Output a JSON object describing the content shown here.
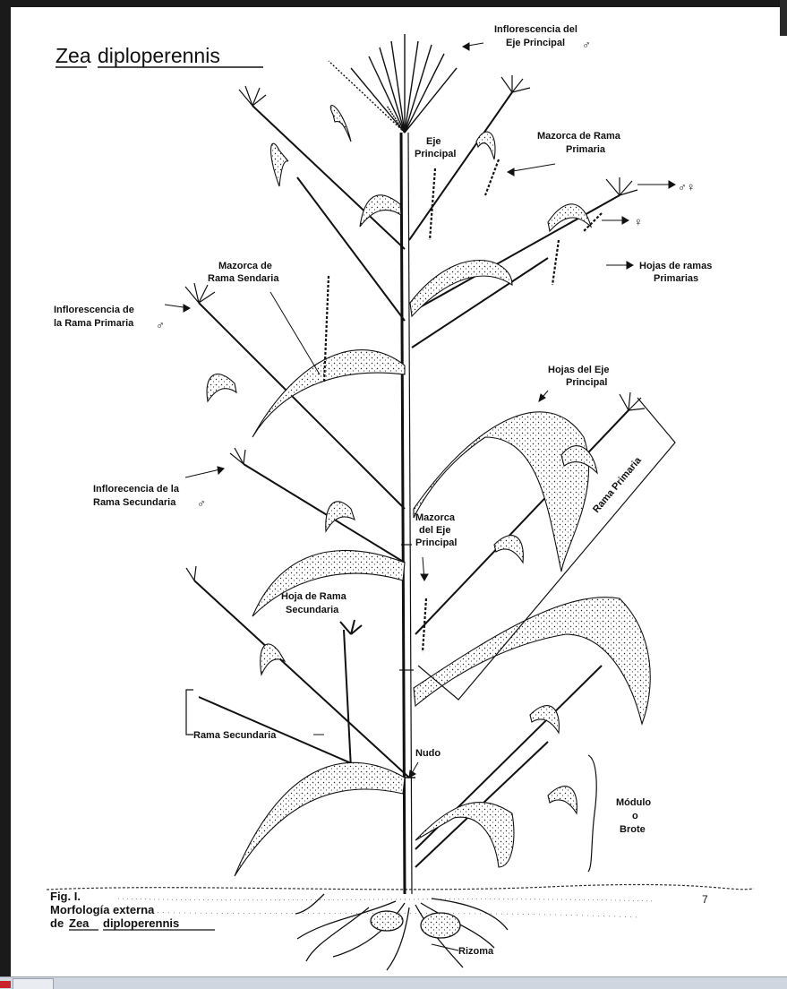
{
  "figure": {
    "title_genus": "Zea",
    "title_species": "diploperennis",
    "caption": {
      "line1": "Fig. I.",
      "line2": "Morfología externa",
      "line3_prefix": "de",
      "line3_genus": "Zea",
      "line3_species": "diploperennis"
    },
    "page_number": "7",
    "labels": {
      "infl_main_1": "Inflorescencia del",
      "infl_main_2": "Eje Principal",
      "eje_principal_1": "Eje",
      "eje_principal_2": "Principal",
      "mazorca_rama_primaria_1": "Mazorca de Rama",
      "mazorca_rama_primaria_2": "Primaria",
      "hojas_ramas_primarias_1": "Hojas de ramas",
      "hojas_ramas_primarias_2": "Primarias",
      "mazorca_rama_sendaria_1": "Mazorca de",
      "mazorca_rama_sendaria_2": "Rama Sendaria",
      "infl_rama_primaria_1": "Inflorescencia de",
      "infl_rama_primaria_2": "la Rama Primaria",
      "hojas_eje_principal_1": "Hojas del Eje",
      "hojas_eje_principal_2": "Principal",
      "infl_rama_secundaria_1": "Inflorecencia de la",
      "infl_rama_secundaria_2": "Rama Secundaria",
      "rama_primaria": "Rama Primaria",
      "mazorca_eje_principal_1": "Mazorca",
      "mazorca_eje_principal_2": "del Eje",
      "mazorca_eje_principal_3": "Principal",
      "hoja_rama_secundaria_1": "Hoja de Rama",
      "hoja_rama_secundaria_2": "Secundaria",
      "rama_secundaria": "Rama Secundaria",
      "nudo": "Nudo",
      "modulo_1": "Módulo",
      "modulo_2": "o",
      "modulo_3": "Brote",
      "rizoma": "Rizoma"
    },
    "symbols": {
      "male": "♂",
      "female": "♀",
      "male_female": "♂♀"
    }
  }
}
